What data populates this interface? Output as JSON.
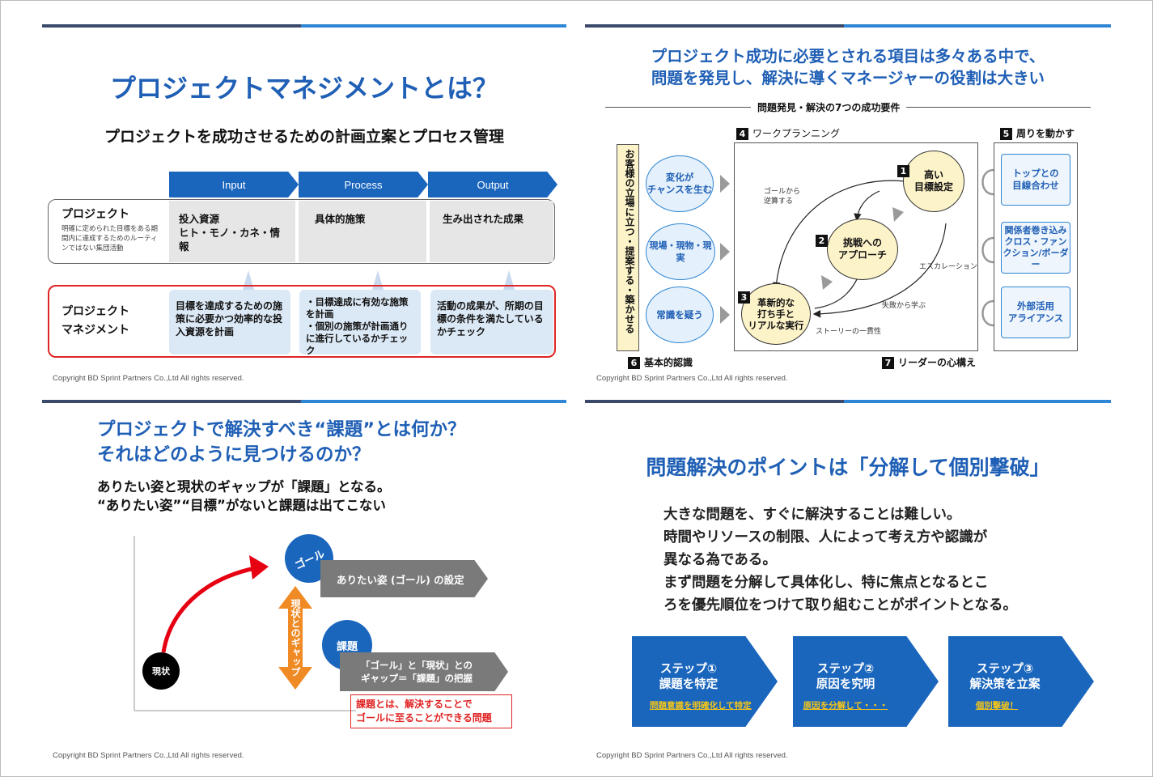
{
  "copyright": "Copyright BD Sprint Partners Co.,Ltd  All rights reserved.",
  "slide1": {
    "title": "プロジェクトマネジメントとは？",
    "subtitle": "プロジェクトを成功させるための計画立案とプロセス管理",
    "headers": [
      "Input",
      "Process",
      "Output"
    ],
    "project_label": "プロジェクト",
    "project_desc": "明確に定められた目標をある期間内に達成するためのルーティンではない集団活動",
    "project_cells": [
      "投入資源\nヒト・モノ・カネ・情報",
      "具体的施策",
      "生み出された成果"
    ],
    "pm_label": "プロジェクト\nマネジメント",
    "pm_cells": [
      "目標を達成するための施策に必要かつ効率的な投入資源を計画",
      "・目標達成に有効な施策を計画\n・個別の施策が計画通りに進行しているかチェック",
      "活動の成果が、所期の目標の条件を満たしているかチェック"
    ]
  },
  "slide2": {
    "title": "プロジェクト成功に必要とされる項目は多々ある中で、\n問題を発見し、解決に導くマネージャーの役割は大きい",
    "section": "問題発見・解決の7つの成功要件",
    "vertical_text": "お客様の立場に立つ・提案する・築かせる",
    "left_bubbles": [
      "変化が\nチャンスを生む",
      "現場・現物・現実",
      "常識を疑う"
    ],
    "label4": "ワークプランニング",
    "label5": "周りを動かす",
    "label6": "基本的認識",
    "label7": "リーダーの心構え",
    "nums": [
      "1",
      "2",
      "3",
      "4",
      "5",
      "6",
      "7"
    ],
    "circle1": "高い\n目標設定",
    "circle2": "挑戦への\nアプローチ",
    "circle3": "革新的な\n打ち手と\nリアルな実行",
    "note_goal": "ゴールから\n逆算する",
    "note_escalation": "エスカレーション",
    "note_failure": "失敗から学ぶ",
    "note_story": "ストーリーの一貫性",
    "right_boxes": [
      "トップとの\n目線合わせ",
      "関係者巻き込み\nクロス・ファン\nクション/ボーダー",
      "外部活用\nアライアンス"
    ]
  },
  "slide3": {
    "title": "プロジェクトで解決すべき“課題”とは何か？\nそれはどのように見つけるのか？",
    "subtitle": "ありたい姿と現状のギャップが「課題」となる。\n“ありたい姿”“目標”がないと課題は出てこない",
    "goal": "ゴール",
    "current": "現状",
    "issue": "課題",
    "gap_label": "現状とのギャップ",
    "goal_bar": "ありたい姿 (ゴール) の設定",
    "issue_bar": "「ゴール」と「現状」との\nギャップ＝「課題」の把握",
    "red_note": "課題とは、解決することで\nゴールに至ることができる問題"
  },
  "slide4": {
    "title": "問題解決のポイントは「分解して個別撃破」",
    "body": "大きな問題を、すぐに解決することは難しい。\n時間やリソースの制限、人によって考え方や認識が\n異なる為である。\nまず問題を分解して具体化し、特に焦点となるとこ\nろを優先順位をつけて取り組むことがポイントとなる。",
    "steps": [
      {
        "title": "ステップ①\n課題を特定",
        "sub": "問題意識を明確化して特定"
      },
      {
        "title": "ステップ②\n原因を究明",
        "sub": "原因を分解して・・・"
      },
      {
        "title": "ステップ③\n解決策を立案",
        "sub": "個別撃破！"
      }
    ]
  },
  "colors": {
    "accent": "#1f5fb5",
    "dark_bar": "#3b4a6b",
    "blue_bar": "#2e86d4",
    "red": "#e02424",
    "orange": "#f08a24",
    "step_sub": "#f5c518"
  }
}
